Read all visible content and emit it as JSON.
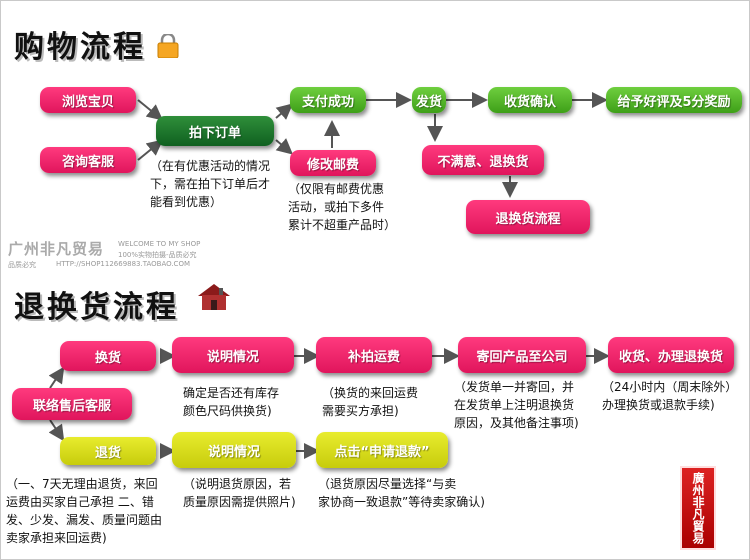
{
  "flow1": {
    "title": "购物流程",
    "browse": "浏览宝贝",
    "consult": "咨询客服",
    "order": "拍下订单",
    "pay": "支付成功",
    "modify": "修改邮费",
    "ship": "发货",
    "confirm": "收货确认",
    "review": "给予好评及5分奖励",
    "unsatisfied": "不满意、退换货",
    "return_flow": "退换货流程",
    "note_order": [
      "（在有优惠活动的情况",
      "下，需在拍下订单后才",
      "能看到优惠）"
    ],
    "note_modify": [
      "（仅限有邮费优惠",
      "活动，或拍下多件",
      "累计不超重产品时）"
    ]
  },
  "flow2": {
    "title": "退换货流程",
    "contact": "联络售后客服",
    "exchange": "换货",
    "explain1": "说明情况",
    "shipping_fee": "补拍运费",
    "send_back": "寄回产品至公司",
    "receive": "收货、办理退换货",
    "refund": "退货",
    "explain2": "说明情况",
    "click_refund": "点击“申请退款”",
    "note_stock": [
      "确定是否还有库存",
      "颜色尺码供换货)"
    ],
    "note_fee": [
      "（换货的来回运费",
      "需要买方承担)"
    ],
    "note_ship": [
      "（发货单一并寄回，并",
      "在发货单上注明退换货",
      "原因，及其他备注事项)"
    ],
    "note_time": [
      "（24小时内（周末除外）",
      "办理换货或退款手续)"
    ],
    "note_refund": [
      "（一、7天无理由退货，来回",
      "运费由买家自己承担  二、错",
      "发、少发、漏发、质量问题由",
      "卖家承担来回运费)"
    ],
    "note_reason": [
      "（说明退货原因，若",
      "质量原因需提供照片)"
    ],
    "note_choose": [
      "（退货原因尽量选择“与卖",
      "家协商一致退款”等待卖家确认)"
    ]
  },
  "watermark": {
    "brand": "广州非凡贸易",
    "line1": "WELCOME TO MY SHOP",
    "line2": "100%实物拍摄-品质必究",
    "line3": "HTTP://SHOP112669883.TAOBAO.COM",
    "sub": "品质必究"
  },
  "stamp": "廣州非凡貿易",
  "colors": {
    "pink": "#e8206a",
    "green": "#4caf27",
    "dark_green": "#1a6e2a",
    "yellow": "#d6da18",
    "arrow": "#555555"
  }
}
